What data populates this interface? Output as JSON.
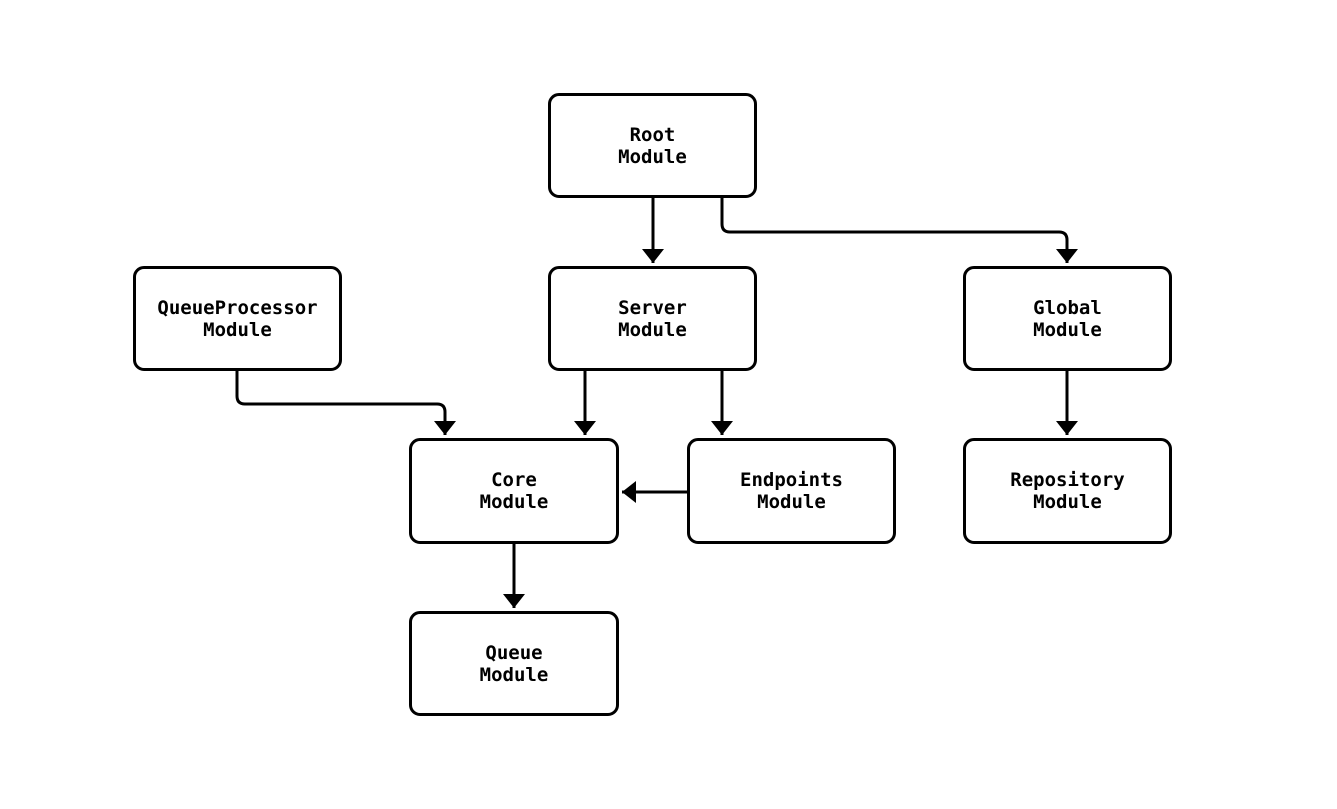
{
  "nodes": {
    "root": {
      "line1": "Root",
      "line2": "Module"
    },
    "queueProcessor": {
      "line1": "QueueProcessor",
      "line2": "Module"
    },
    "server": {
      "line1": "Server",
      "line2": "Module"
    },
    "global": {
      "line1": "Global",
      "line2": "Module"
    },
    "core": {
      "line1": "Core",
      "line2": "Module"
    },
    "endpoints": {
      "line1": "Endpoints",
      "line2": "Module"
    },
    "repository": {
      "line1": "Repository",
      "line2": "Module"
    },
    "queue": {
      "line1": "Queue",
      "line2": "Module"
    }
  },
  "edges": [
    {
      "from": "Root Module",
      "to": "Server Module"
    },
    {
      "from": "Root Module",
      "to": "Global Module"
    },
    {
      "from": "QueueProcessor Module",
      "to": "Core Module"
    },
    {
      "from": "Server Module",
      "to": "Core Module"
    },
    {
      "from": "Server Module",
      "to": "Endpoints Module"
    },
    {
      "from": "Endpoints Module",
      "to": "Core Module"
    },
    {
      "from": "Global Module",
      "to": "Repository Module"
    },
    {
      "from": "Core Module",
      "to": "Queue Module"
    }
  ],
  "colors": {
    "stroke": "#000000",
    "node_fill": "#ffffff",
    "text": "#000000",
    "background": "#ffffff"
  }
}
